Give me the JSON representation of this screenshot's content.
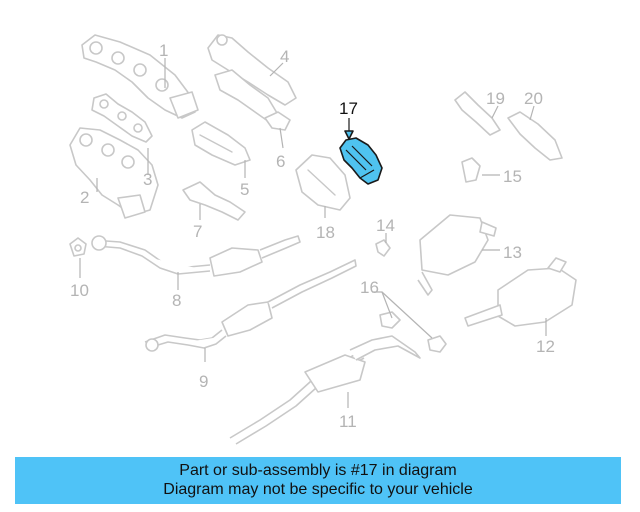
{
  "callouts": {
    "c1": "1",
    "c2": "2",
    "c3": "3",
    "c4": "4",
    "c5": "5",
    "c6": "6",
    "c7": "7",
    "c8": "8",
    "c9": "9",
    "c10": "10",
    "c11": "11",
    "c12": "12",
    "c13": "13",
    "c14": "14",
    "c15": "15",
    "c16": "16",
    "c17": "17",
    "c18": "18",
    "c19": "19",
    "c20": "20"
  },
  "highlight": {
    "part": "17",
    "color": "#4fc3f0"
  },
  "banner": {
    "line1": "Part or sub-assembly is #17 in diagram",
    "line2": "Diagram may not be specific to your vehicle",
    "color": "#4fc3f7"
  }
}
